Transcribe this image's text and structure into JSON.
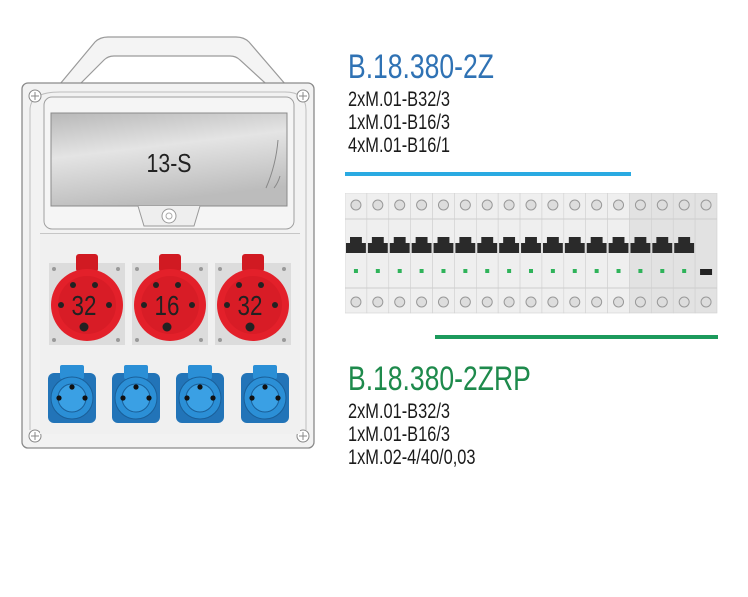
{
  "enclosure": {
    "label": "13-S",
    "cee_sockets": [
      {
        "rating": "32"
      },
      {
        "rating": "16"
      },
      {
        "rating": "32"
      }
    ],
    "schuko_socket_count": 4
  },
  "variant_a": {
    "title": "B.18.380-2Z",
    "lines": [
      "2xM.01-B32/3",
      "1xM.01-B16/3",
      "4xM.01-B16/1"
    ]
  },
  "variant_b": {
    "title": "B.18.380-2ZRP",
    "lines": [
      "2xM.01-B32/3",
      "1xM.01-B16/3",
      "1xM.02-4/40/0,03"
    ]
  },
  "breaker_strip": {
    "module_count": 17,
    "shaded_from": 13
  },
  "colors": {
    "blue_title": "#2f72b4",
    "blue_rule": "#2aaae2",
    "green_title": "#1e8a4c",
    "green_rule": "#1c9a5c",
    "cee_red": "#e3202a",
    "schuko_blue": "#2b8fd6"
  }
}
